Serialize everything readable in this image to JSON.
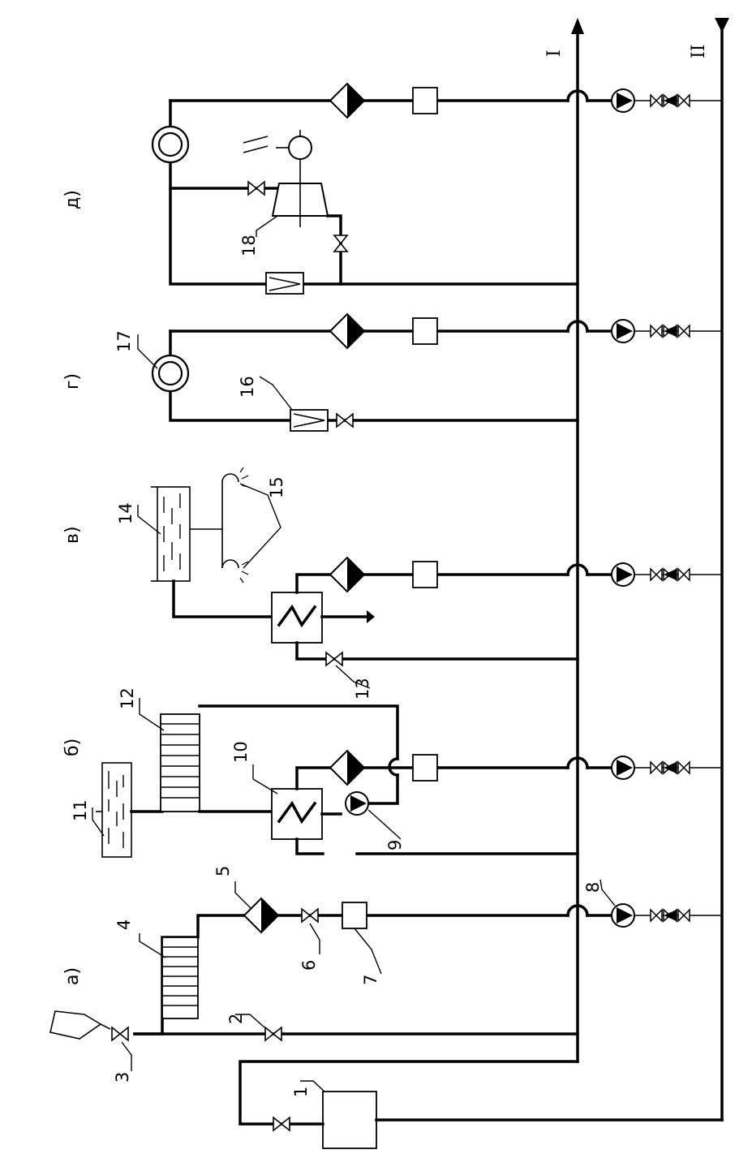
{
  "diagram": {
    "lines": {
      "line_1": "I",
      "line_2": "II"
    },
    "sections": {
      "a": "а)",
      "b": "б)",
      "v": "в)",
      "g": "г)",
      "d": "д)"
    },
    "callouts": {
      "n1": "1",
      "n2": "2",
      "n3": "3",
      "n4": "4",
      "n5": "5",
      "n6": "6",
      "n7": "7",
      "n8": "8",
      "n9": "9",
      "n10": "10",
      "n11": "11",
      "n12": "12",
      "n13": "13",
      "n14": "14",
      "n15": "15",
      "n16": "16",
      "n17": "17",
      "n18": "18"
    }
  }
}
